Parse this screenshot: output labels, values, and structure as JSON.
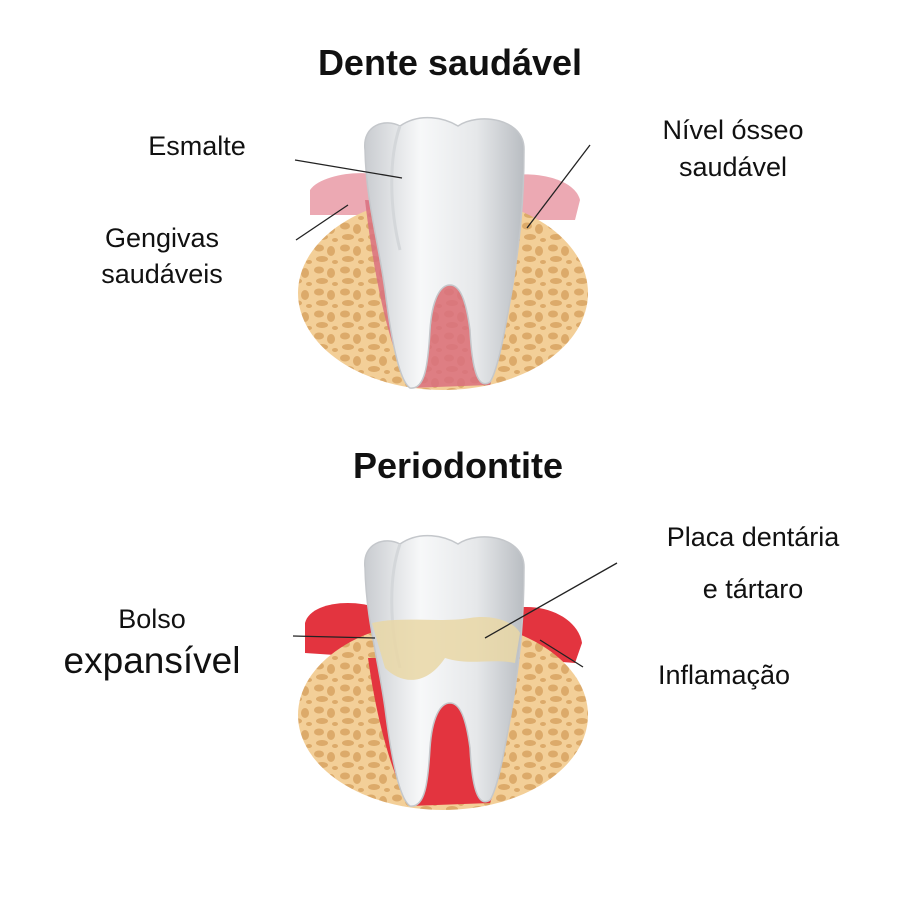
{
  "healthy": {
    "title": "Dente saudável",
    "labels": {
      "enamel": "Esmalte",
      "gums_line1": "Gengivas",
      "gums_line2": "saudáveis",
      "bone_line1": "Nível ósseo",
      "bone_line2": "saudável"
    }
  },
  "periodontitis": {
    "title": "Periodontite",
    "labels": {
      "pocket_line1": "Bolso",
      "pocket_line2": "expansível",
      "plaque_line1": "Placa dentária",
      "plaque_line2": "e tártaro",
      "inflammation": "Inflamação"
    }
  },
  "colors": {
    "bone": "#f0c98e",
    "bone_cells": "#d9a868",
    "healthy_gum": "#e9a0ab",
    "inflamed_gum": "#e0303c",
    "tooth": "#f2f3f4",
    "tartar": "#e8d7a8"
  }
}
